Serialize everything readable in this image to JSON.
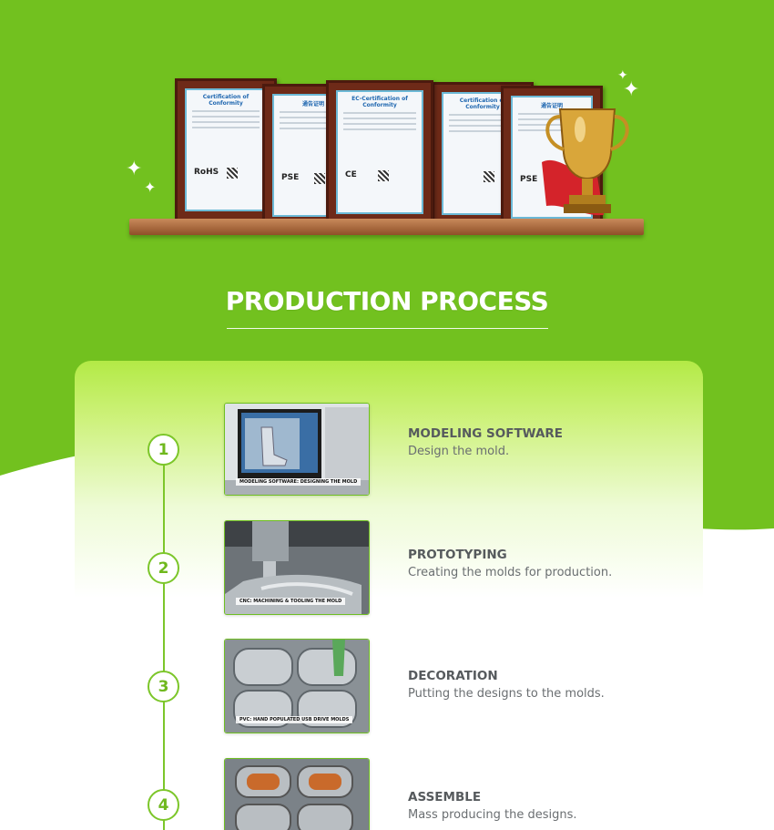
{
  "heading": "PRODUCTION PROCESS",
  "certificates": {
    "titles": [
      "Certification of Conformity",
      "通告证明",
      "EC-Certification of Conformity",
      "Certification of Conformity",
      "通告证明"
    ],
    "marks": [
      "RoHS",
      "PSE",
      "CE",
      "",
      "PSE"
    ]
  },
  "steps": [
    {
      "number": "1",
      "title": "MODELING SOFTWARE",
      "desc": "Design the mold.",
      "photo_caption": "MODELING SOFTWARE: DESIGNING THE MOLD"
    },
    {
      "number": "2",
      "title": "PROTOTYPING",
      "desc": "Creating the molds for production.",
      "photo_caption": "CNC: MACHINING & TOOLING THE MOLD"
    },
    {
      "number": "3",
      "title": "DECORATION",
      "desc": "Putting the designs to the molds.",
      "photo_caption": "PVC: HAND POPULATED USB DRIVE MOLDS"
    },
    {
      "number": "4",
      "title": "ASSEMBLE",
      "desc": "Mass producing the designs.",
      "photo_caption": ""
    }
  ],
  "colors": {
    "background_green": "#72c11f",
    "accent_green": "#7cc62a",
    "text_gray": "#565a5d"
  }
}
